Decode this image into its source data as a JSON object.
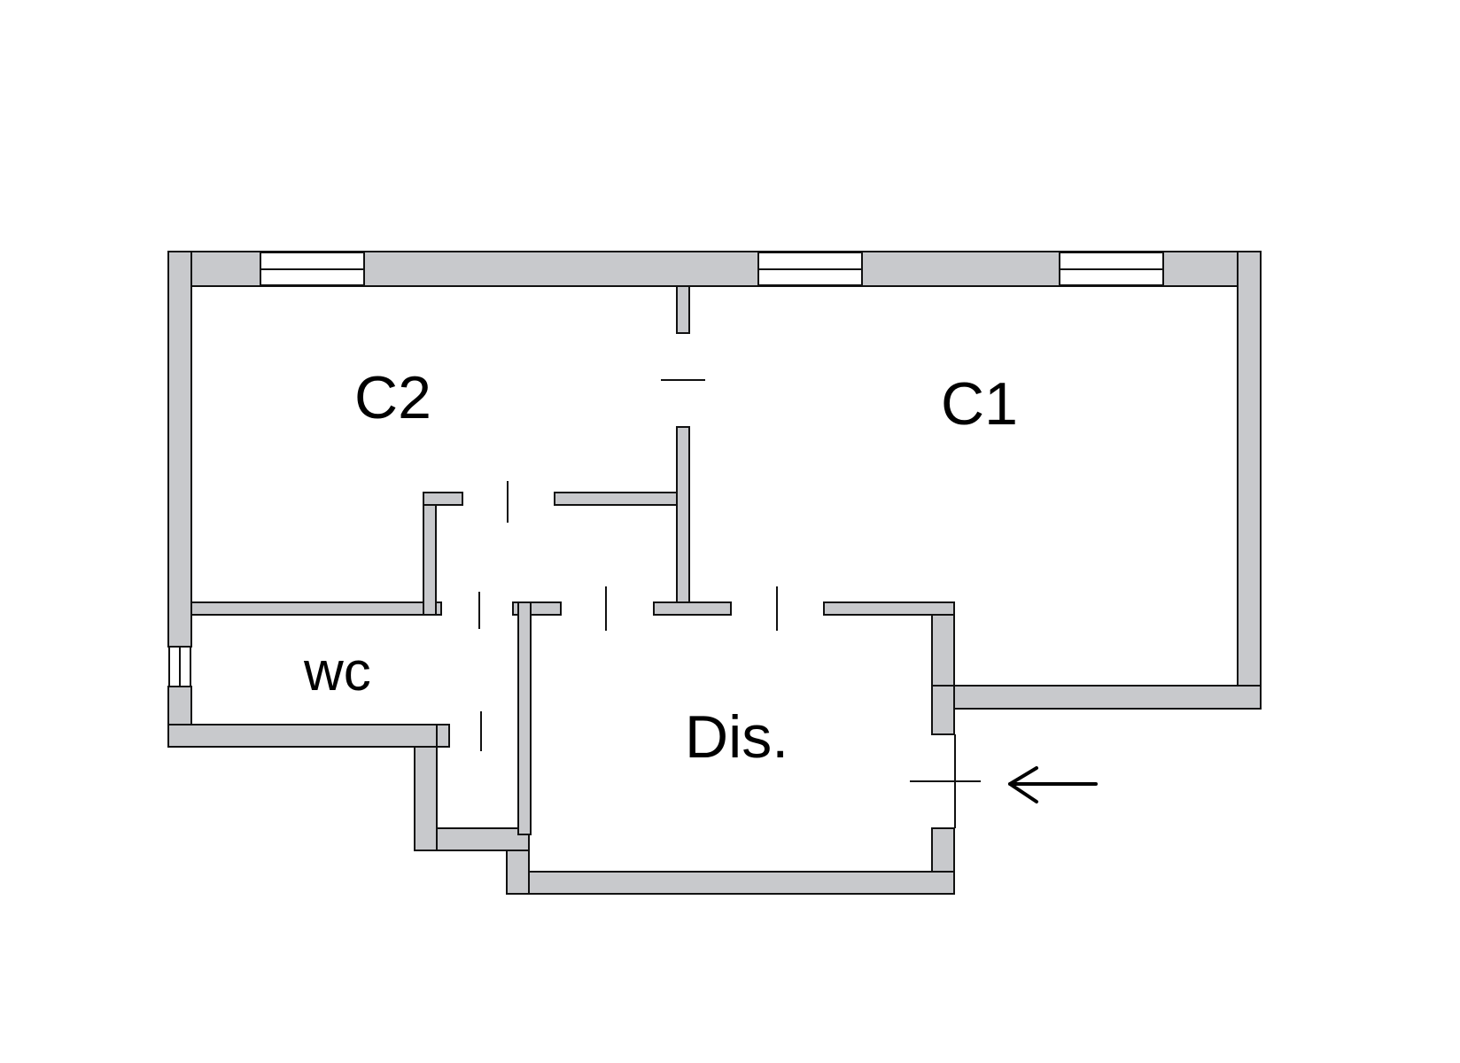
{
  "plan": {
    "rooms": [
      {
        "id": "c2",
        "label": "C2"
      },
      {
        "id": "c1",
        "label": "C1"
      },
      {
        "id": "wc",
        "label": "wc"
      },
      {
        "id": "dis",
        "label": "Dis."
      }
    ],
    "entrance": {
      "icon": "arrow-left-icon"
    },
    "colors": {
      "wall": "#c8c9cc",
      "line": "#111111",
      "background": "#ffffff"
    }
  }
}
